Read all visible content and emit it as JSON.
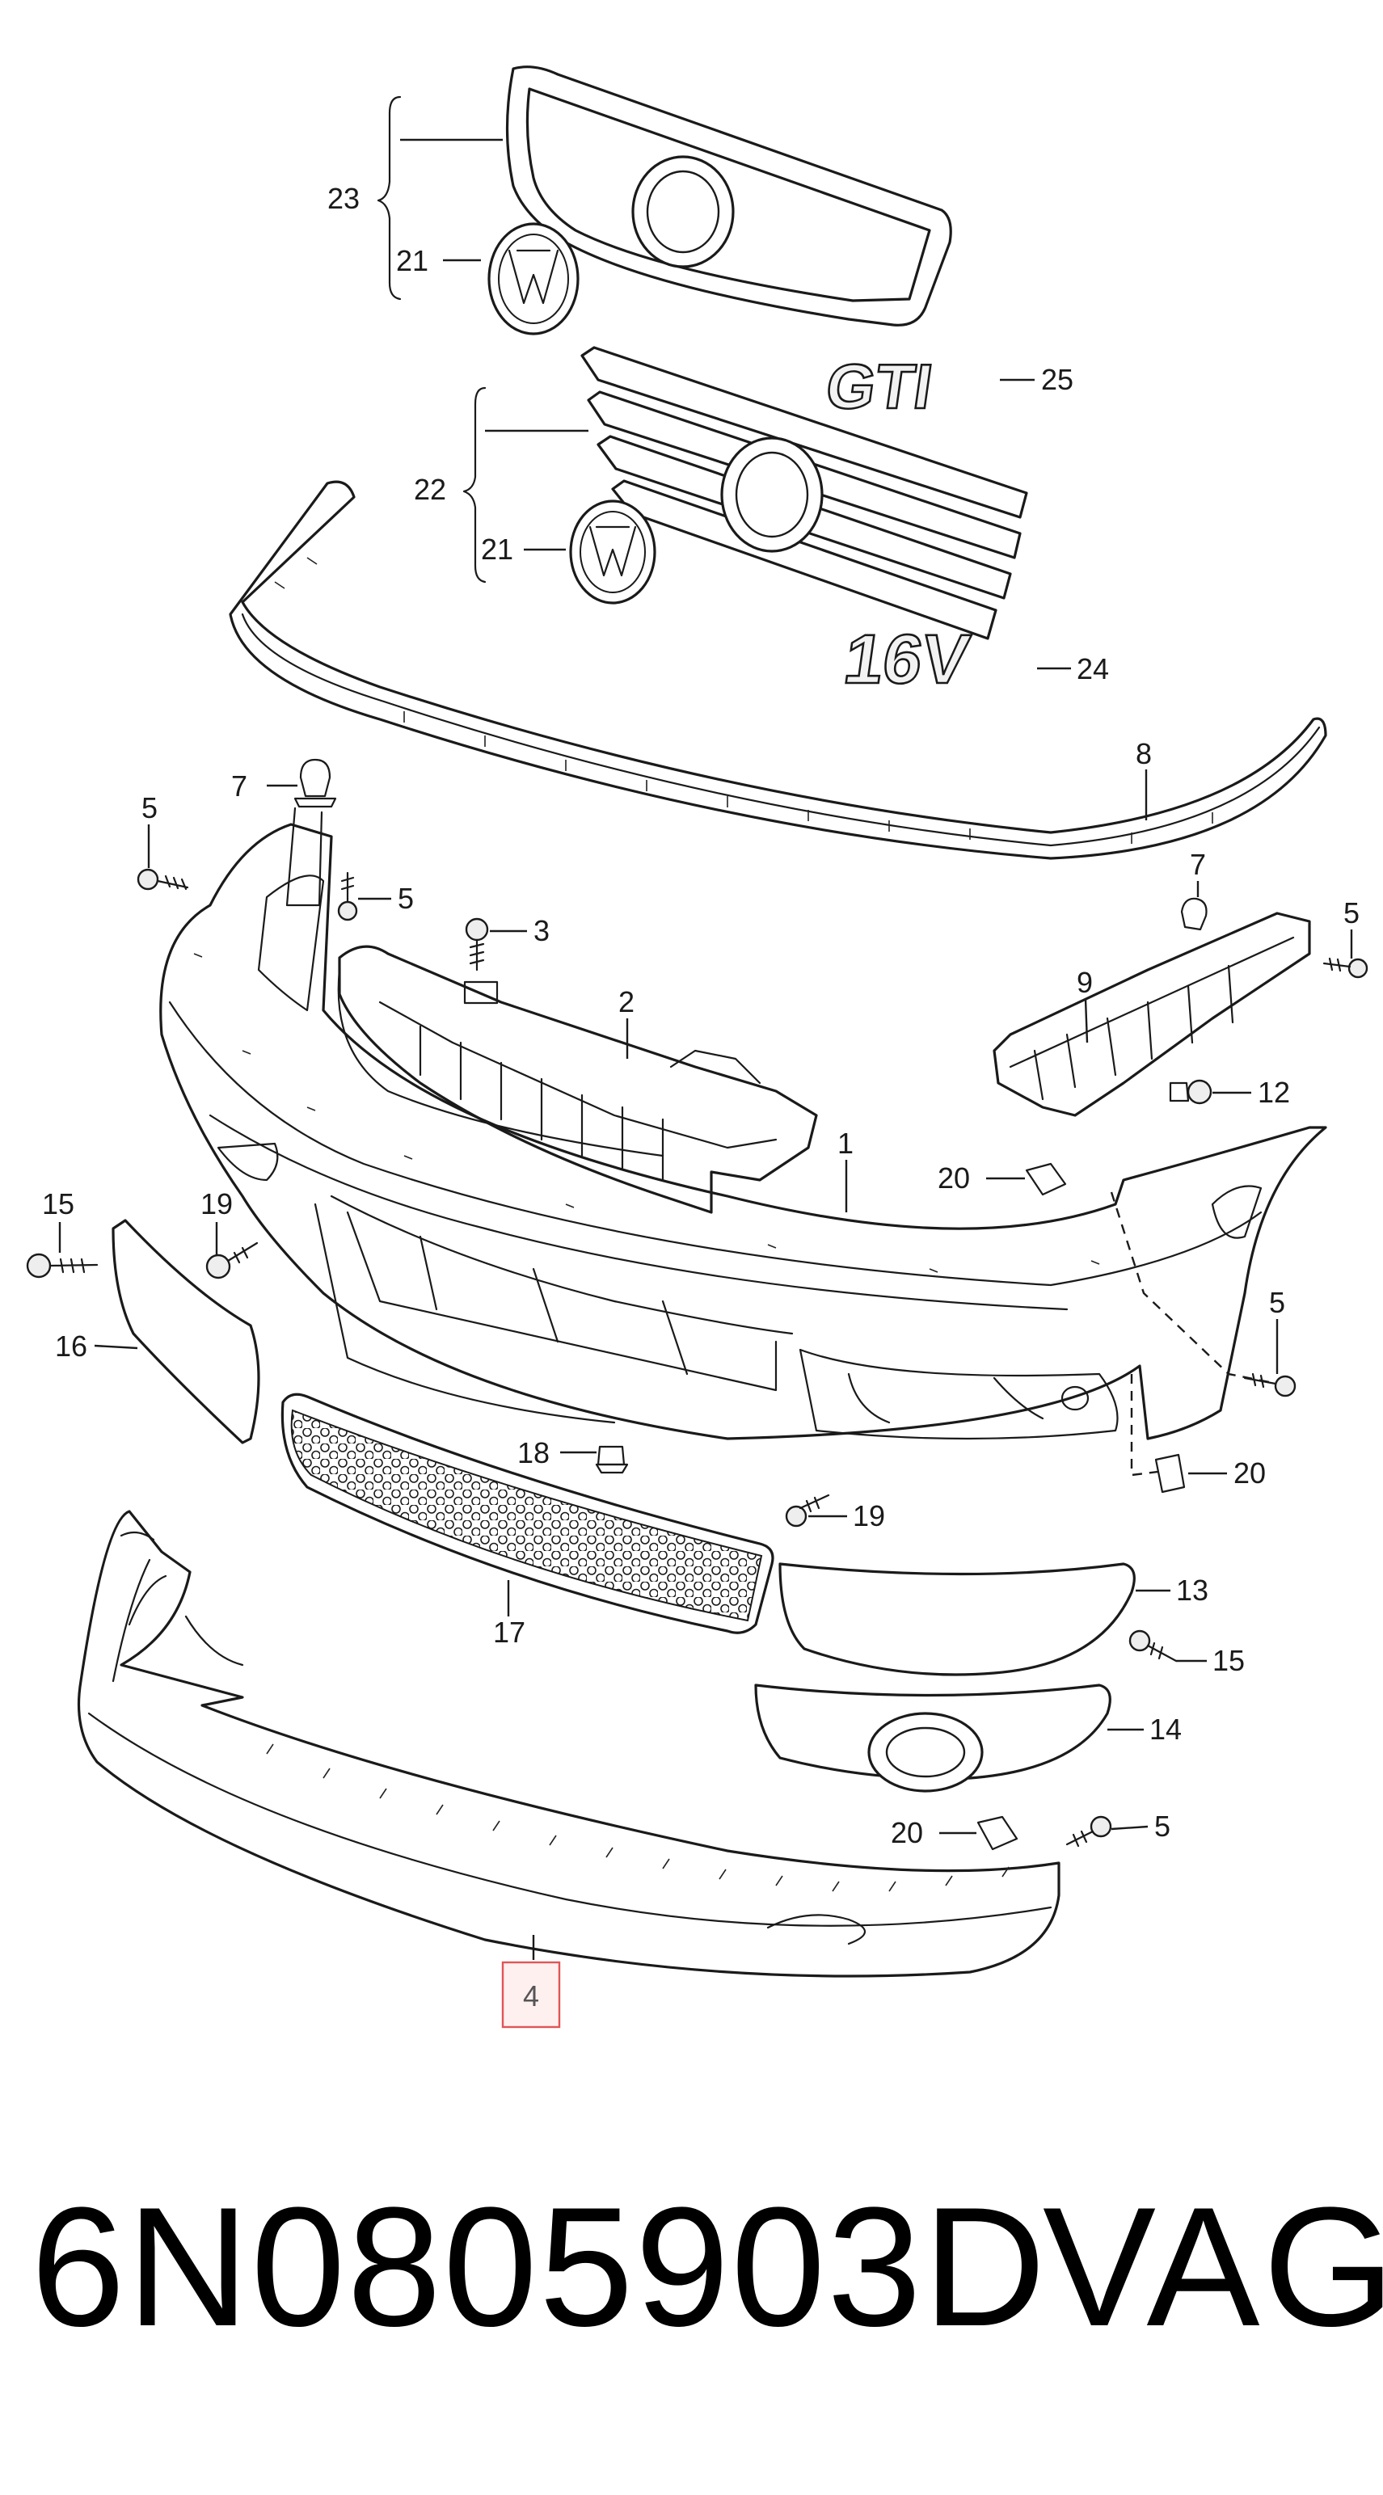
{
  "callouts": {
    "c23": "23",
    "c21a": "21",
    "c25": "25",
    "c22": "22",
    "c21b": "21",
    "c24": "24",
    "c8": "8",
    "c7a": "7",
    "c5a": "5",
    "c5b": "5",
    "c3": "3",
    "c2": "2",
    "c7b": "7",
    "c5c": "5",
    "c9": "9",
    "c12": "12",
    "c1": "1",
    "c20a": "20",
    "c15a": "15",
    "c19a": "19",
    "c16": "16",
    "c5d": "5",
    "c18": "18",
    "c20b": "20",
    "c19b": "19",
    "c17": "17",
    "c13": "13",
    "c15b": "15",
    "c14": "14",
    "c20c": "20",
    "c5e": "5",
    "c4": "4"
  },
  "badges": {
    "gti": "GTI",
    "v16": "16V"
  },
  "footer": {
    "part_number": "6N0805903D",
    "brand": "VAG"
  },
  "colors": {
    "highlight_fill": "#fff0f0",
    "highlight_border": "#e05555",
    "line": "#1a1a1a"
  }
}
